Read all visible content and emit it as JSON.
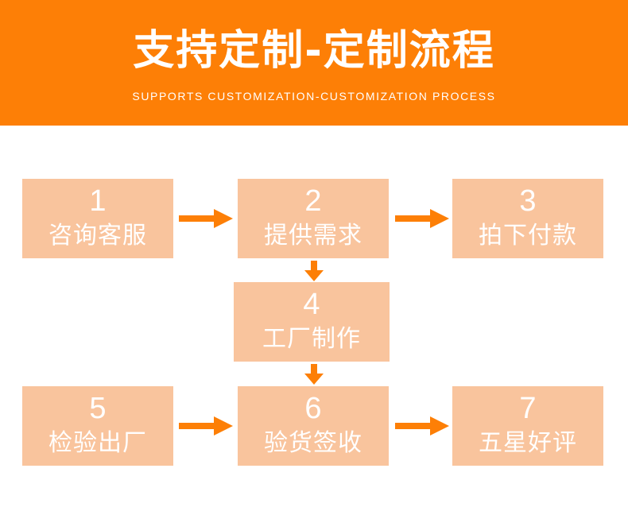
{
  "header": {
    "title": "支持定制-定制流程",
    "subtitle": "SUPPORTS CUSTOMIZATION-CUSTOMIZATION PROCESS"
  },
  "steps": [
    {
      "number": "1",
      "label": "咨询客服"
    },
    {
      "number": "2",
      "label": "提供需求"
    },
    {
      "number": "3",
      "label": "拍下付款"
    },
    {
      "number": "4",
      "label": "工厂制作"
    },
    {
      "number": "5",
      "label": "检验出厂"
    },
    {
      "number": "6",
      "label": "验货签收"
    },
    {
      "number": "7",
      "label": "五星好评"
    }
  ],
  "colors": {
    "header_background": "#fd7f06",
    "step_box": "#f9c49d",
    "arrow": "#fd7f06",
    "text": "#ffffff"
  }
}
